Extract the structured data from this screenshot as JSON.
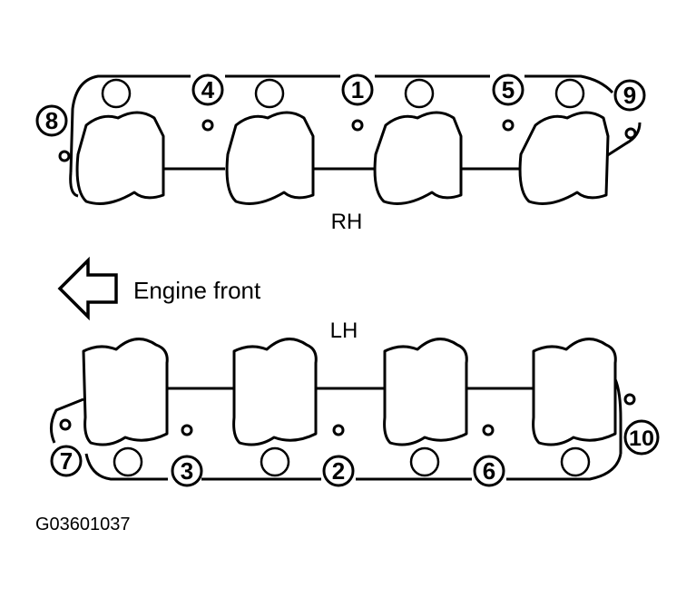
{
  "labels": {
    "rh": "RH",
    "lh": "LH",
    "engine_front": "Engine front",
    "figure_id": "G03601037"
  },
  "bolts": {
    "rh": [
      "8",
      "4",
      "1",
      "5",
      "9"
    ],
    "lh": [
      "7",
      "3",
      "2",
      "6",
      "10"
    ]
  },
  "colors": {
    "stroke": "#000000",
    "background": "#ffffff"
  },
  "icons": {
    "direction": "arrow-left-outline-icon"
  }
}
